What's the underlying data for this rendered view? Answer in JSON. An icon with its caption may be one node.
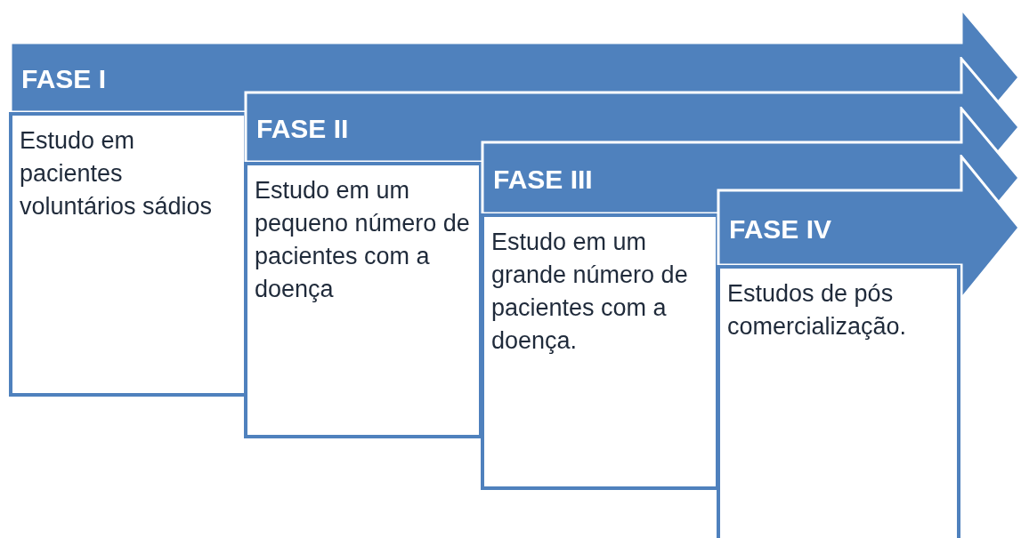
{
  "diagram": {
    "nodes": [
      {
        "text": [
          "FASE I"
        ]
      },
      {
        "text": [
          "Estudo em pacientes voluntários sádios"
        ]
      },
      {
        "text": [
          "FASE II"
        ]
      },
      {
        "text": [
          "Estudo em um pequeno número de pacientes com a doença"
        ]
      },
      {
        "text": [
          "FASE III"
        ]
      },
      {
        "text": [
          "Estudo em um grande número de pacientes com a doença."
        ]
      },
      {
        "text": [
          "FASE IV"
        ]
      },
      {
        "text": [
          "Estudos de pós comercialização."
        ]
      }
    ],
    "edges": []
  }
}
